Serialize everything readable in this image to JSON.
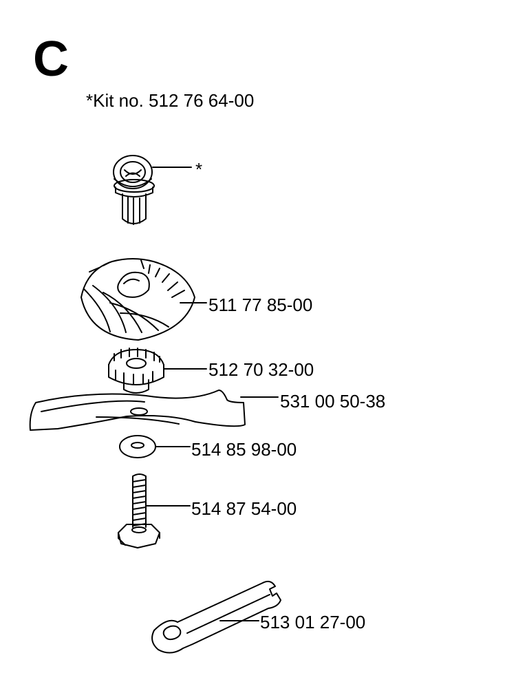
{
  "page": {
    "section_letter": "C",
    "kit_note": "*Kit no. 512 76 64-00"
  },
  "parts": [
    {
      "id": "kit-adapter",
      "label": "*"
    },
    {
      "id": "fan",
      "label": "511 77 85-00"
    },
    {
      "id": "blade-holder",
      "label": "512 70 32-00"
    },
    {
      "id": "blade",
      "label": "531 00 50-38"
    },
    {
      "id": "washer",
      "label": "514 85 98-00"
    },
    {
      "id": "bolt",
      "label": "514 87 54-00"
    },
    {
      "id": "wrench",
      "label": "513 01 27-00"
    }
  ]
}
